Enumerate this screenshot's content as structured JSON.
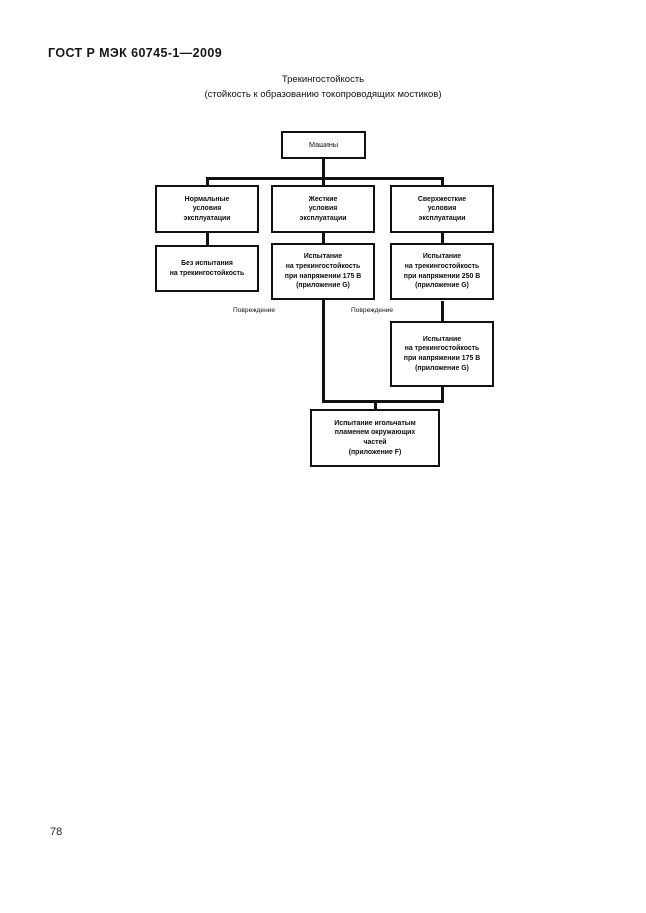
{
  "document": {
    "standard_header": "ГОСТ Р МЭК 60745-1—2009",
    "page_number": "78"
  },
  "figure": {
    "title_line1": "Трекингостойкость",
    "title_line2": "(стойкость к образованию токопроводящих мостиков)"
  },
  "chart_data": {
    "type": "diagram",
    "title": "Трекингостойкость (стойкость к образованию токопроводящих мостиков)",
    "nodes": [
      {
        "id": "root",
        "label": "Машины"
      },
      {
        "id": "cond_normal",
        "label": "Нормальные\nусловия\nэксплуатации"
      },
      {
        "id": "cond_hard",
        "label": "Жесткие\nусловия\nэксплуатации"
      },
      {
        "id": "cond_severe",
        "label": "Сверхжесткие\nусловия\nэксплуатации"
      },
      {
        "id": "test_none",
        "label": "Без испытания\nна трекингостойкость"
      },
      {
        "id": "test_175",
        "label": "Испытание\nна трекингостойкость\nпри напряжении 175 В\n(приложение G)"
      },
      {
        "id": "test_250",
        "label": "Испытание\nна трекингостойкость\nпри напряжении 250 В\n(приложение G)"
      },
      {
        "id": "test_175b",
        "label": "Испытание\nна трекингостойкость\nпри напряжении 175 В\n(приложение G)"
      },
      {
        "id": "test_flame",
        "label": "Испытание игольчатым\nпламенем окружающих\nчастей\n(приложение F)"
      }
    ],
    "edges": [
      {
        "from": "root",
        "to": "cond_normal",
        "label": ""
      },
      {
        "from": "root",
        "to": "cond_hard",
        "label": ""
      },
      {
        "from": "root",
        "to": "cond_severe",
        "label": ""
      },
      {
        "from": "cond_normal",
        "to": "test_none",
        "label": ""
      },
      {
        "from": "cond_hard",
        "to": "test_175",
        "label": ""
      },
      {
        "from": "cond_severe",
        "to": "test_250",
        "label": ""
      },
      {
        "from": "test_175",
        "to": "test_flame",
        "label": "Повреждение"
      },
      {
        "from": "test_250",
        "to": "test_175b",
        "label": "Повреждение"
      },
      {
        "from": "test_175b",
        "to": "test_flame",
        "label": ""
      }
    ],
    "edge_labels": {
      "damage_left": "Повреждение",
      "damage_right": "Повреждение"
    }
  }
}
